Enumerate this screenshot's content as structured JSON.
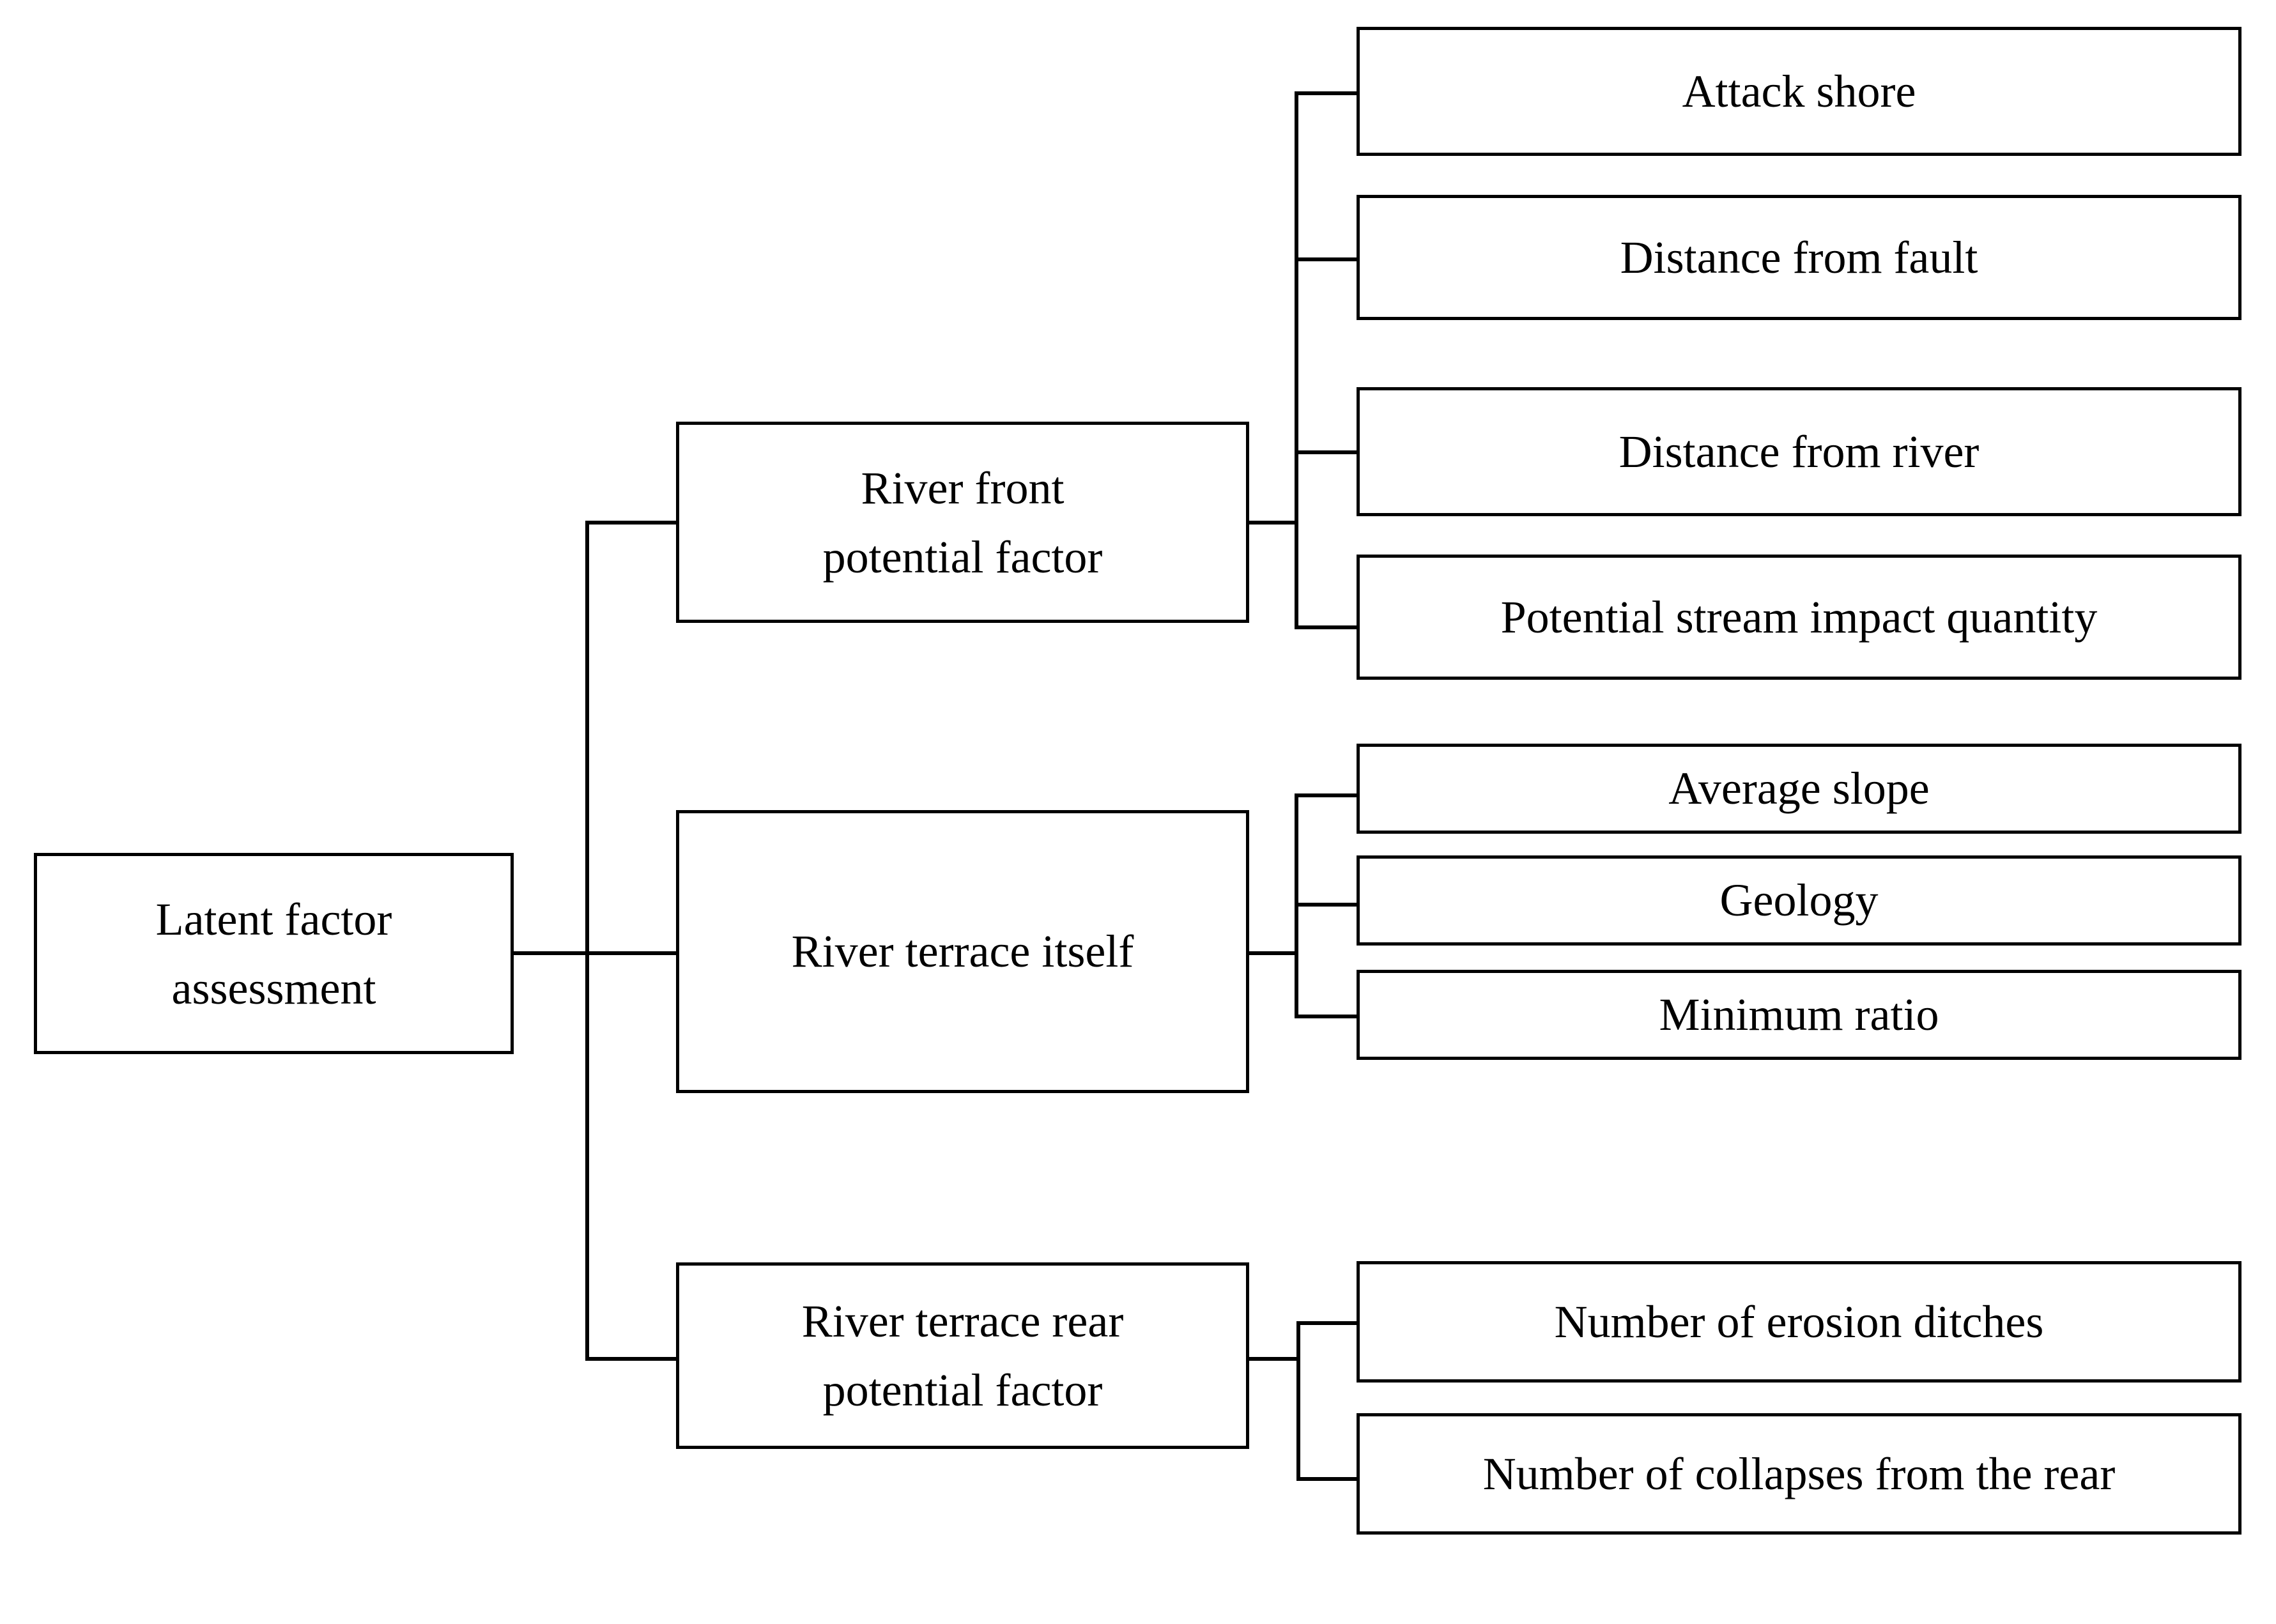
{
  "diagram": {
    "type": "hierarchy-tree",
    "title_text": "",
    "colors": {
      "background": "#ffffff",
      "box_border": "#000000",
      "text": "#000000",
      "connector": "#000000"
    },
    "root": {
      "id": "latent-factor-assessment",
      "label": "Latent factor\nassessment",
      "line1": "Latent factor",
      "line2": "assessment"
    },
    "branches": [
      {
        "id": "river-front-potential-factor",
        "label": "River front\npotential factor",
        "line1": "River front",
        "line2": "potential factor",
        "leaves": [
          {
            "id": "attack-shore",
            "label": "Attack shore"
          },
          {
            "id": "distance-from-fault",
            "label": "Distance from fault"
          },
          {
            "id": "distance-from-river",
            "label": "Distance from river"
          },
          {
            "id": "potential-stream-impact-quantity",
            "label": "Potential stream impact quantity"
          }
        ]
      },
      {
        "id": "river-terrace-itself",
        "label": "River terrace itself",
        "line1": "River terrace itself",
        "line2": "",
        "leaves": [
          {
            "id": "average-slope",
            "label": "Average slope"
          },
          {
            "id": "geology",
            "label": "Geology"
          },
          {
            "id": "minimum-ratio",
            "label": "Minimum ratio"
          }
        ]
      },
      {
        "id": "river-terrace-rear-potential-factor",
        "label": "River terrace rear\npotential factor",
        "line1": "River terrace rear",
        "line2": "potential factor",
        "leaves": [
          {
            "id": "number-of-erosion-ditches",
            "label": "Number of erosion ditches"
          },
          {
            "id": "number-of-collapses-from-the-rear",
            "label": "Number of collapses from the rear"
          }
        ]
      }
    ]
  }
}
